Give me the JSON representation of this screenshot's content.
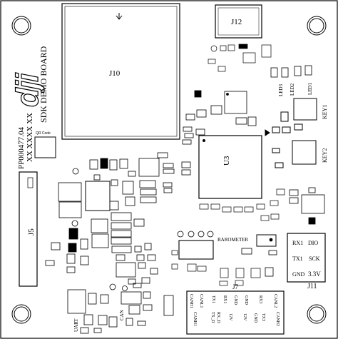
{
  "board": {
    "logo_text": "dji",
    "title": "SDK DEMO BOARD",
    "part_number": "PP000477.04",
    "date_code": "XX XXXX XX",
    "qr_label": "QR Code"
  },
  "connectors": {
    "j12": "J12",
    "j10": "J10",
    "j5": "J5",
    "j7": "J7",
    "j11": "J11"
  },
  "ics": {
    "u3": "U3",
    "barometer": "BAROMETER",
    "key1": "KEY1",
    "key2": "KEY2"
  },
  "leds": [
    "LED3",
    "LED2",
    "LED1"
  ],
  "uart_label": "UART",
  "can_label": "CAN",
  "j11_pins": {
    "rx1": "RX1",
    "tx1": "TX1",
    "gnd": "GND",
    "dio": "DIO",
    "sck": "SCK",
    "v33": "3.3V"
  },
  "j7_top_labels": [
    "CANH1",
    "CANL1",
    "TX1",
    "RX1",
    "GND",
    "GND",
    "RX3",
    "CANL2"
  ],
  "j7_bottom_labels": [
    "CANH1",
    "TX_D",
    "RX_D",
    "12V",
    "12V",
    "GND",
    "TX3",
    "CANH2"
  ]
}
